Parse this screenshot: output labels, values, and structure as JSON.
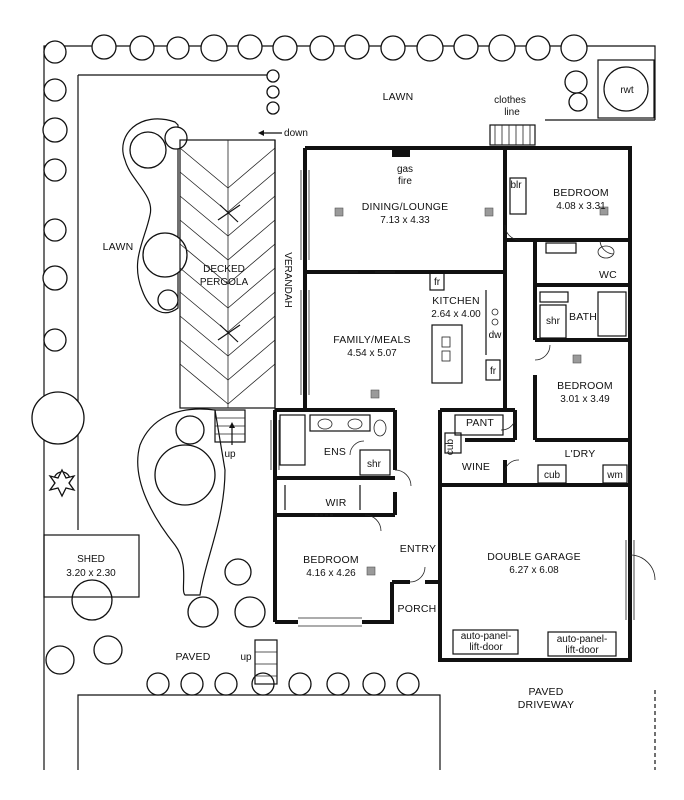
{
  "labels": {
    "lawn_north": "LAWN",
    "lawn_west": "LAWN",
    "clothes_1": "clothes",
    "clothes_2": "line",
    "rwt": "rwt",
    "down": "down",
    "verandah": "VERANDAH",
    "decked_1": "DECKED",
    "decked_2": "PERGOLA",
    "gas_1": "gas",
    "gas_2": "fire",
    "dining": "DINING/LOUNGE",
    "dining_dim": "7.13 x 4.33",
    "blr": "blr",
    "bed1": "BEDROOM",
    "bed1_dim": "4.08 x 3.31",
    "wc": "WC",
    "fr1": "fr",
    "fr2": "fr",
    "kitchen": "KITCHEN",
    "kitchen_dim": "2.64 x 4.00",
    "dw": "dw",
    "family": "FAMILY/MEALS",
    "family_dim": "4.54 x 5.07",
    "shr_bath": "shr",
    "bath": "BATH",
    "bed2": "BEDROOM",
    "bed2_dim": "3.01 x 3.49",
    "pant": "PANT",
    "cub1": "cub",
    "cub2": "cub",
    "wine": "WINE",
    "ldry": "L'DRY",
    "wm": "wm",
    "ens": "ENS",
    "shr_ens": "shr",
    "wir": "WIR",
    "up1": "up",
    "up2": "up",
    "shed": "SHED",
    "shed_dim": "3.20 x 2.30",
    "bed3": "BEDROOM",
    "bed3_dim": "4.16 x 4.26",
    "entry": "ENTRY",
    "porch": "PORCH",
    "garage": "DOUBLE GARAGE",
    "garage_dim": "6.27 x 6.08",
    "door1_1": "auto-panel-",
    "door1_2": "lift-door",
    "door2_1": "auto-panel-",
    "door2_2": "lift-door",
    "paved": "PAVED",
    "driveway_1": "PAVED",
    "driveway_2": "DRIVEWAY"
  }
}
